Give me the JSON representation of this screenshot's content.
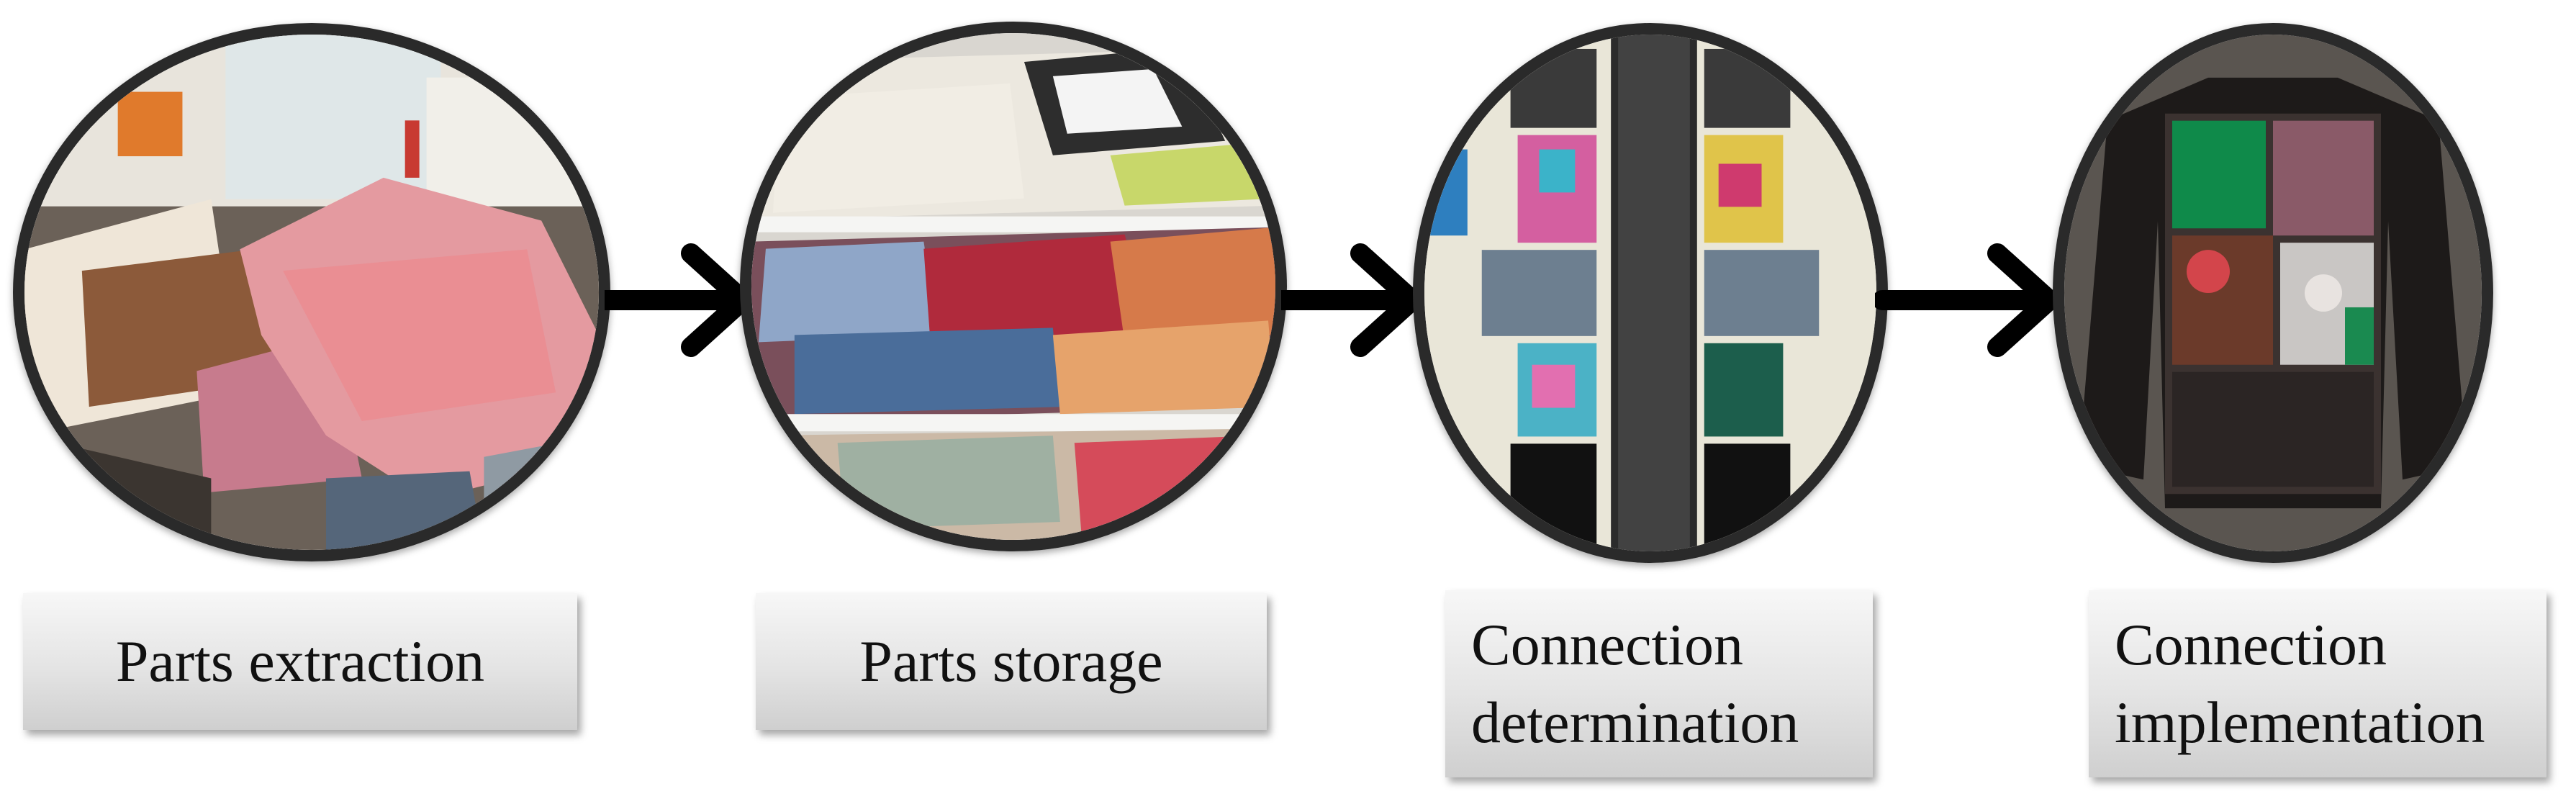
{
  "steps": [
    {
      "label": "Parts extraction",
      "lines": [
        "Parts extraction"
      ],
      "image": "bins-of-used-textiles"
    },
    {
      "label": "Parts storage",
      "lines": [
        "Parts storage"
      ],
      "image": "shelves-of-sorted-fabric"
    },
    {
      "label": "Connection determination",
      "lines": [
        "Connection",
        "determination"
      ],
      "image": "patchwork-layout-on-wall"
    },
    {
      "label": "Connection implementation",
      "lines": [
        "Connection",
        "implementation"
      ],
      "image": "finished-patchwork-sweater"
    }
  ],
  "arrows": [
    "right-arrow-icon",
    "right-arrow-icon",
    "right-arrow-icon"
  ],
  "colors": {
    "ring": "#2a2a2a",
    "arrow": "#000000",
    "label_top": "#f7f7f7",
    "label_bottom": "#cfcfcf",
    "text": "#111111"
  }
}
